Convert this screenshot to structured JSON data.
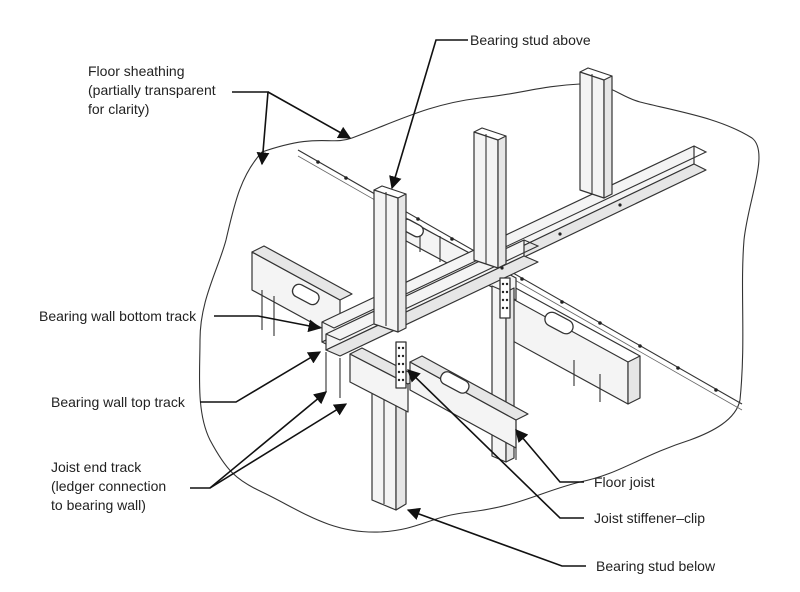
{
  "callouts": {
    "bearing_stud_above": "Bearing stud above",
    "floor_sheathing": [
      "Floor sheathing",
      "(partially transparent",
      "for clarity)"
    ],
    "bearing_wall_bottom_track": "Bearing wall bottom track",
    "bearing_wall_top_track": "Bearing wall top track",
    "joist_end_track": [
      "Joist end track",
      "(ledger connection",
      "to bearing wall)"
    ],
    "floor_joist": "Floor joist",
    "joist_stiffener_clip": "Joist stiffener–clip",
    "bearing_stud_below": "Bearing stud below"
  },
  "colors": {
    "line": "#333333",
    "leader": "#111111",
    "text": "#222222",
    "background": "#ffffff"
  }
}
